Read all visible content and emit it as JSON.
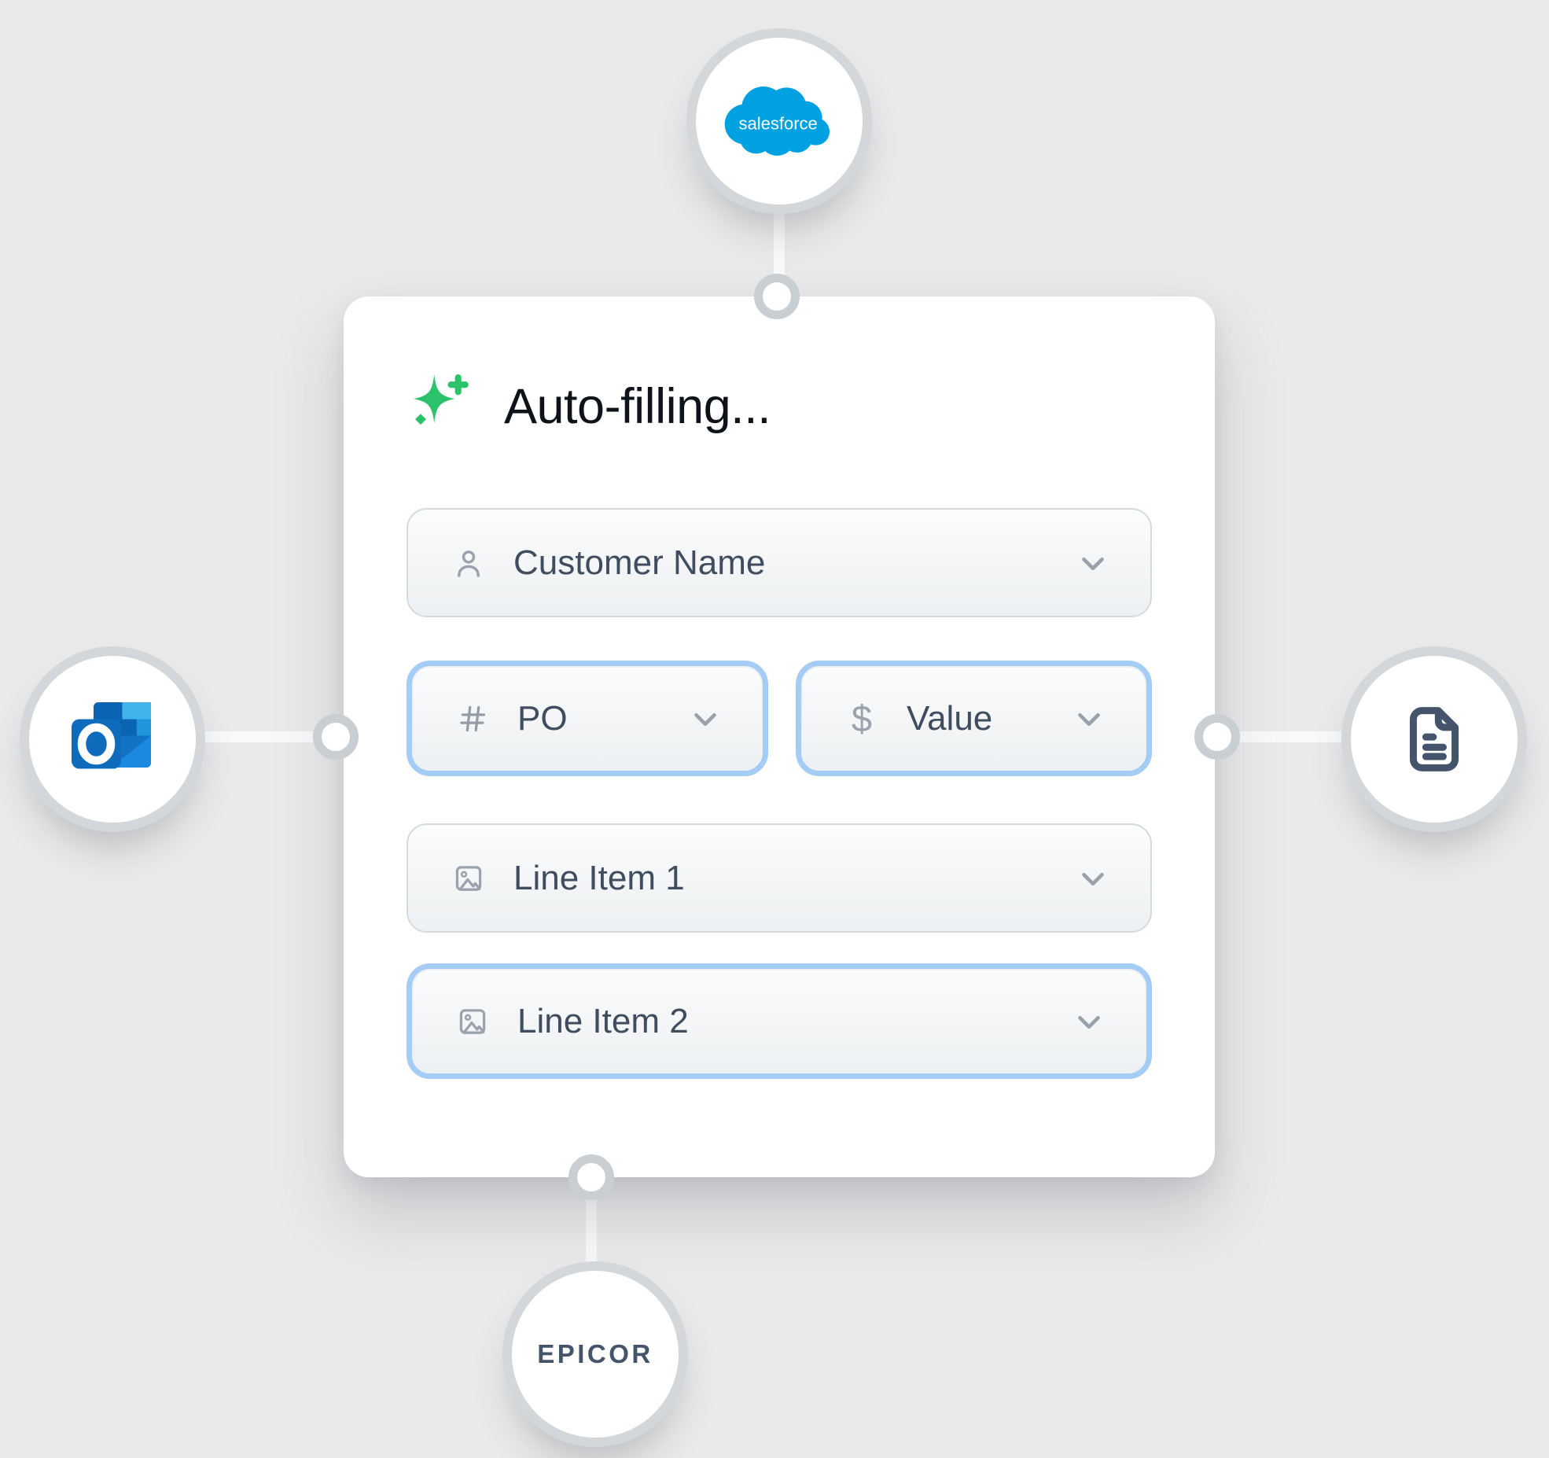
{
  "canvas": {
    "background": "#eaeaeb"
  },
  "card": {
    "title": "Auto-filling...",
    "title_icon": "sparkle-icon",
    "fields": [
      {
        "label": "Customer Name",
        "icon": "person-icon",
        "highlighted": false
      },
      {
        "label": "PO",
        "icon": "hash-icon",
        "highlighted": true
      },
      {
        "label": "Value",
        "icon": "dollar-icon",
        "highlighted": true,
        "glyph": "$"
      },
      {
        "label": "Line Item 1",
        "icon": "image-icon",
        "highlighted": false
      },
      {
        "label": "Line Item 2",
        "icon": "image-icon",
        "highlighted": true
      }
    ],
    "colors": {
      "accent_green": "#2cc26c",
      "highlight_blue": "#a5ccf5",
      "field_text": "#3f4d5e",
      "icon_gray": "#9aa3ad"
    }
  },
  "integrations": {
    "top": {
      "name": "Salesforce",
      "logo_text": "salesforce",
      "brand_color": "#00A1E0",
      "icon": "salesforce-cloud-icon"
    },
    "left": {
      "name": "Outlook",
      "icon": "outlook-icon",
      "brand_color": "#0f6cbd"
    },
    "right": {
      "name": "Document",
      "icon": "document-icon",
      "color": "#44546a"
    },
    "bottom": {
      "name": "Epicor",
      "logo_text": "EPICOR",
      "color": "#44546a"
    }
  }
}
